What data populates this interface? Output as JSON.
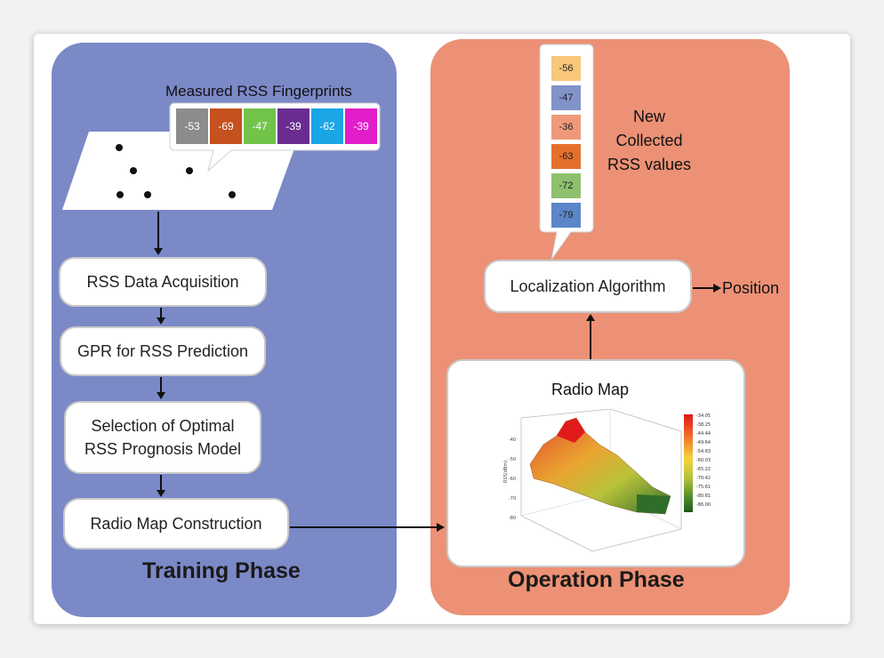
{
  "training": {
    "fingerprints_title": "Measured RSS Fingerprints",
    "fingerprints": [
      {
        "value": "-53",
        "color": "#8c8c8c"
      },
      {
        "value": "-69",
        "color": "#c4511e"
      },
      {
        "value": "-47",
        "color": "#72c34a"
      },
      {
        "value": "-39",
        "color": "#6a2c91"
      },
      {
        "value": "-62",
        "color": "#1aa5e6"
      },
      {
        "value": "-39",
        "color": "#e11ec9"
      }
    ],
    "steps": [
      "RSS Data Acquisition",
      "GPR for RSS Prediction",
      "Selection of Optimal RSS Prognosis Model",
      "Radio Map Construction"
    ],
    "phase_label": "Training Phase"
  },
  "operation": {
    "collected_values": [
      {
        "value": "-56",
        "color": "#f8c77a"
      },
      {
        "value": "-47",
        "color": "#8193c9"
      },
      {
        "value": "-36",
        "color": "#ee9a7a"
      },
      {
        "value": "-63",
        "color": "#e4702e"
      },
      {
        "value": "-72",
        "color": "#8fc06e"
      },
      {
        "value": "-79",
        "color": "#5b86c8"
      }
    ],
    "collected_title": "New Collected RSS values",
    "algorithm_label": "Localization Algorithm",
    "output_label": "Position",
    "radio_map_title": "Radio Map",
    "phase_label": "Operation Phase",
    "colorbar_ticks": [
      "-34.05",
      "-38.25",
      "-44.44",
      "-49.64",
      "-54.83",
      "-60.03",
      "-65.22",
      "-70.42",
      "-75.61",
      "-80.81",
      "-86.00"
    ],
    "zaxis_label": "RSS(dBm)",
    "zaxis_ticks": [
      "-40",
      "-50",
      "-60",
      "-70",
      "-80"
    ]
  }
}
